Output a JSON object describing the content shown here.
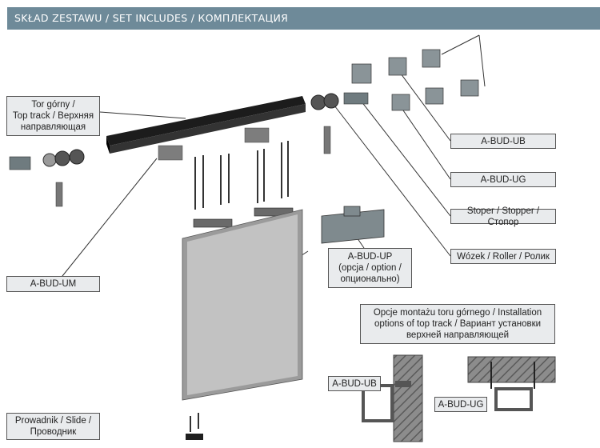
{
  "header": {
    "title": "SKŁAD ZESTAWU / SET INCLUDES / КОМПЛЕКТАЦИЯ"
  },
  "labels": {
    "top_track": [
      "Tor górny /",
      "Top track / Верхняя",
      "направляющая"
    ],
    "bud_ub": "A-BUD-UB",
    "bud_ug": "A-BUD-UG",
    "stopper": "Stoper / Stopper / Стопор",
    "roller": "Wózek / Roller / Ролик",
    "bud_um": "A-BUD-UM",
    "bud_up": [
      "A-BUD-UP",
      "(opcja / option /",
      "опционально)"
    ],
    "install": [
      "Opcje montażu toru górnego / Installation",
      "options of top track / Вариант установки",
      "верхней направляющей"
    ],
    "inset_ub": "A-BUD-UB",
    "inset_ug": "A-BUD-UG",
    "slide": [
      "Prowadnik / Slide /",
      "Проводник"
    ]
  },
  "colors": {
    "header_bg": "#6e8a99",
    "label_bg": "#e9ebed",
    "rail": "#1c1c1c",
    "door": "#9b9b9b"
  }
}
